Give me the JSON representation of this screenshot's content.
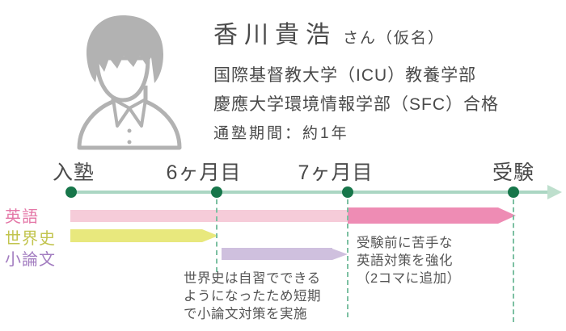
{
  "profile": {
    "avatar": "student-avatar-icon",
    "name": "香川貴浩",
    "name_suffix": "さん（仮名）",
    "achievement_line1": "国際基督教大学（ICU）教養学部",
    "achievement_line2": "慶應大学環境情報学部（SFC）合格",
    "attendance": "通塾期間：約1年"
  },
  "timeline": {
    "milestones": [
      {
        "label": "入塾"
      },
      {
        "label": "6ヶ月目"
      },
      {
        "label": "7ヶ月目"
      },
      {
        "label": "受験"
      }
    ],
    "subjects": [
      {
        "label": "英語"
      },
      {
        "label": "世界史"
      },
      {
        "label": "小論文"
      }
    ],
    "segments": [
      {
        "subject": "英語",
        "from": "入塾",
        "to": "7ヶ月目",
        "emphasis": "normal"
      },
      {
        "subject": "英語",
        "from": "7ヶ月目",
        "to": "受験",
        "emphasis": "strong"
      },
      {
        "subject": "世界史",
        "from": "入塾",
        "to": "6ヶ月目",
        "emphasis": "normal"
      },
      {
        "subject": "小論文",
        "from": "6ヶ月目",
        "to": "7ヶ月目",
        "emphasis": "normal"
      }
    ],
    "colors": {
      "axis": "#abd6c3",
      "axis_arrow": "#bedfcd",
      "dot": "#17764a",
      "dashed": "#7cc0a2",
      "english_light": "#f6ccd9",
      "english_dark": "#ee8cb4",
      "world_history": "#e8e87d",
      "essay": "#cfc0de",
      "english_label": "#e477a7",
      "world_history_label": "#c2c44e",
      "essay_label": "#a27cc0",
      "avatar_gray": "#b2b2b2"
    },
    "annotations": {
      "english_boost": {
        "line1": "受験前に苦手な",
        "line2": "英語対策を強化",
        "line3": "（2コマに追加）"
      },
      "essay_plan": {
        "line1": "世界史は自習でできる",
        "line2": "ようになったため短期",
        "line3": "で小論文対策を実施"
      }
    }
  }
}
